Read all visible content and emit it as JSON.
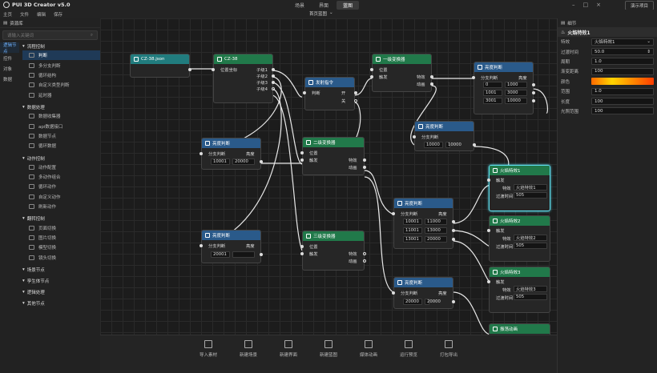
{
  "app": {
    "title": "PUI 3D Creator v5.0"
  },
  "tabs": [
    "场景",
    "界面",
    "蓝图"
  ],
  "demo_button": "演示项目",
  "menu": [
    "主页",
    "文件",
    "编辑",
    "保存"
  ],
  "breadcrumb": "首页蓝图",
  "left": {
    "header": "资源库",
    "search_placeholder": "请输入关键词",
    "categories": [
      "逻辑节点",
      "控件",
      "对象",
      "数据"
    ],
    "groups": [
      {
        "label": "流程控制",
        "items": [
          "判断",
          "多分支判断",
          "循环结构",
          "自定义类型判断",
          "延时器"
        ]
      },
      {
        "label": "数据处理",
        "items": [
          "数据收集器",
          "api数据接口",
          "数据节点",
          "循环数据"
        ]
      },
      {
        "label": "动作控制",
        "items": [
          "动作配置",
          "多动作组合",
          "循环动作",
          "自定义动作",
          "刷新动作"
        ]
      },
      {
        "label": "翻转控制",
        "items": [
          "页面切换",
          "图片切换",
          "模型切换",
          "镜头切换"
        ]
      },
      {
        "label": "场景节点",
        "items": []
      },
      {
        "label": "孪生体节点",
        "items": []
      },
      {
        "label": "逻辑处理",
        "items": []
      },
      {
        "label": "其他节点",
        "items": []
      }
    ]
  },
  "right": {
    "header": "细节",
    "node_title": "火焰特效1",
    "props": [
      {
        "label": "特效",
        "value": "火焰特效1",
        "dropdown": true
      },
      {
        "label": "过渡时间",
        "value": "50.0",
        "stepper": true
      },
      {
        "label": "周期",
        "value": "1.0"
      },
      {
        "label": "渐变距离",
        "value": "100"
      },
      {
        "label": "颜色",
        "value": "",
        "color": true
      },
      {
        "label": "范围",
        "value": "1.0"
      },
      {
        "label": "长度",
        "value": "100"
      },
      {
        "label": "光照范围",
        "value": "100"
      }
    ]
  },
  "toolbar": [
    "导入素材",
    "新建场景",
    "新建界面",
    "新建蓝图",
    "媒体动画",
    "运行预览",
    "打包导出"
  ],
  "nodes": {
    "json": {
      "title": "CZ-38.json"
    },
    "cz38": {
      "title": "CZ-38",
      "in": "位置坐标",
      "outs": [
        "子级1",
        "子级2",
        "子级3",
        "子级4"
      ]
    },
    "fashe": {
      "title": "发射指令",
      "in": "判断",
      "outs": [
        "开",
        "关"
      ]
    },
    "bian1": {
      "title": "一级变换器",
      "ins": [
        "位置",
        "触发"
      ],
      "outs": [
        "特效",
        "动画"
      ]
    },
    "liangdu_a": {
      "title": "亮度判断",
      "label_l": "分支判断",
      "label_r": "亮度",
      "rows": [
        [
          "0",
          "1000"
        ],
        [
          "1001",
          "3000"
        ],
        [
          "3001",
          "10000"
        ]
      ]
    },
    "liangdu_b": {
      "title": "亮度判断",
      "label_l": "分支判断",
      "label_r": "亮度",
      "rows": [
        [
          "10001",
          "20000"
        ]
      ]
    },
    "bian2": {
      "title": "二级变换器",
      "ins": [
        "位置",
        "触发"
      ],
      "outs": [
        "特效",
        "动画"
      ]
    },
    "liangdu_c": {
      "title": "亮度判断",
      "label_l": "分支判断",
      "value": "10000"
    },
    "liangdu_d": {
      "title": "亮度判断",
      "label_l": "分支判断",
      "label_r": "亮度",
      "rows": [
        [
          "10001",
          "11000"
        ],
        [
          "11001",
          "13000"
        ],
        [
          "13001",
          "20000"
        ]
      ]
    },
    "liangdu_e": {
      "title": "亮度判断",
      "label_l": "分支判断",
      "label_r": "亮度",
      "rows": [
        [
          "20001",
          ""
        ]
      ]
    },
    "bian3": {
      "title": "三级变换器",
      "ins": [
        "位置",
        "触发"
      ],
      "outs": [
        "特效",
        "动画"
      ]
    },
    "liangdu_f": {
      "title": "亮度判断",
      "label_l": "分支判断",
      "label_r": "亮度",
      "value": "20000"
    },
    "fire1": {
      "title": "火焰特效1",
      "in": "触发",
      "k1": "特效",
      "v1": "火焰特效1",
      "k2": "过渡时间",
      "v2": "505"
    },
    "fire2": {
      "title": "火焰特效2",
      "in": "触发",
      "k1": "特效",
      "v1": "火焰特效2",
      "k2": "过渡时间",
      "v2": "505"
    },
    "fire3": {
      "title": "火焰特效3",
      "in": "触发",
      "k1": "特效",
      "v1": "火焰特效3",
      "k2": "过渡时间",
      "v2": "505"
    },
    "zhendong": {
      "title": "振荡动画"
    }
  },
  "colors": {
    "accent": "#6fb3ff",
    "selected_border": "#5fe0f0",
    "node_green": "#21794a",
    "node_blue": "#2a5a8a",
    "node_teal": "#217c7e"
  }
}
